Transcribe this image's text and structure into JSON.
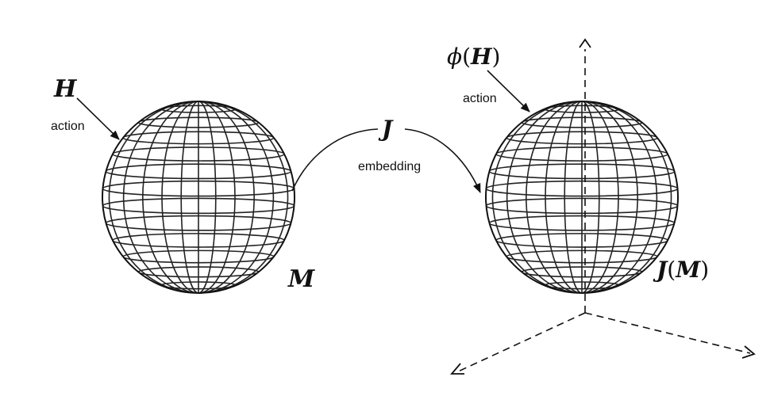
{
  "labels": {
    "left_action_operator": "H",
    "left_action_text": "action",
    "left_manifold": "M",
    "map_name": "J",
    "map_text": "embedding",
    "right_action_phi": "ϕ",
    "right_action_open": "(",
    "right_action_operator": "H",
    "right_action_close": ")",
    "right_action_text": "action",
    "right_manifold_map": "J",
    "right_manifold_open": "(",
    "right_manifold_inner": "M",
    "right_manifold_close": ")"
  }
}
